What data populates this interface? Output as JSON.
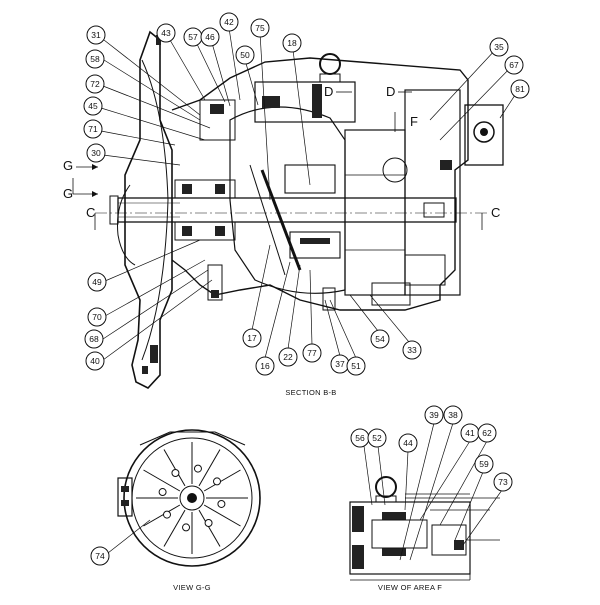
{
  "captions": {
    "main": "SECTION B-B",
    "view_g": "VIEW G-G",
    "view_f": "VIEW OF AREA F"
  },
  "section_letters": {
    "g_top": "G",
    "g_bottom": "G",
    "c_left": "C",
    "c_right": "C",
    "d_left": "D",
    "d_right": "D",
    "f": "F"
  },
  "callouts": {
    "main": [
      "31",
      "58",
      "72",
      "45",
      "71",
      "30",
      "43",
      "57",
      "46",
      "42",
      "50",
      "75",
      "18",
      "35",
      "67",
      "81",
      "49",
      "70",
      "68",
      "40",
      "17",
      "16",
      "22",
      "77",
      "37",
      "51",
      "54",
      "33"
    ],
    "view_g": [
      "74"
    ],
    "view_f": [
      "56",
      "52",
      "44",
      "39",
      "38",
      "41",
      "62",
      "59",
      "73"
    ]
  },
  "colors": {
    "ink": "#111111",
    "background": "#ffffff"
  }
}
